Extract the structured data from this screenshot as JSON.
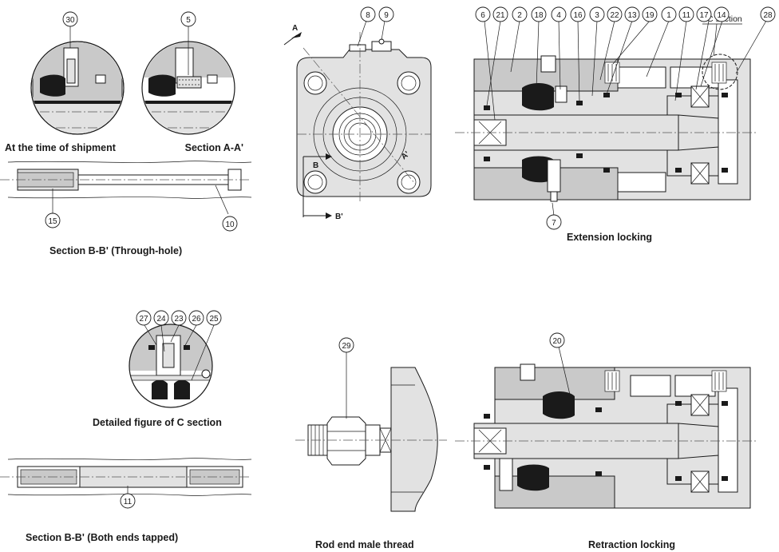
{
  "captions": {
    "shipment": "At the time of shipment",
    "section_aa": "Section A-A'",
    "section_bb_through": "Section B-B' (Through-hole)",
    "extension": "Extension locking",
    "c_detail": "Detailed figure of C section",
    "section_bb_tapped": "Section B-B' (Both ends tapped)",
    "rod_end": "Rod end male thread",
    "retraction": "Retraction locking",
    "c_section": "C section"
  },
  "section_marks": {
    "a": "A",
    "a_prime": "A'",
    "b": "B",
    "b_prime": "B'"
  },
  "callouts": {
    "n30": "30",
    "n5": "5",
    "n15": "15",
    "n10": "10",
    "n8": "8",
    "n9": "9",
    "n6": "6",
    "n21": "21",
    "n2": "2",
    "n18": "18",
    "n4": "4",
    "n16": "16",
    "n3": "3",
    "n22": "22",
    "n13": "13",
    "n19": "19",
    "n1": "1",
    "n11": "11",
    "n17": "17",
    "n14": "14",
    "n28": "28",
    "n7": "7",
    "n27": "27",
    "n24": "24",
    "n23": "23",
    "n26": "26",
    "n25": "25",
    "n11b": "11",
    "n29": "29",
    "n20": "20"
  }
}
